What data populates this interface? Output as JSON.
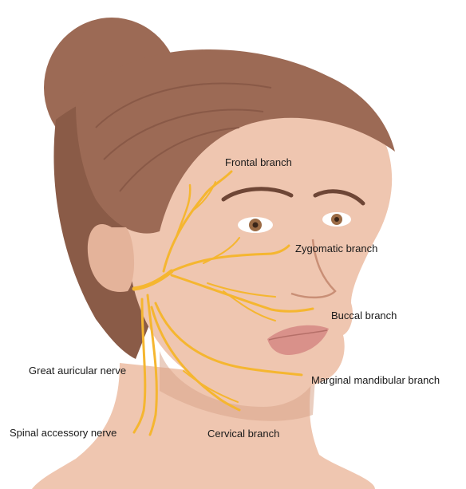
{
  "labels": {
    "frontal": "Frontal branch",
    "zygomatic": "Zygomatic branch",
    "buccal": "Buccal branch",
    "great_auricular": "Great auricular nerve",
    "marginal_mandibular": "Marginal mandibular branch",
    "spinal_accessory": "Spinal accessory nerve",
    "cervical": "Cervical branch"
  },
  "colors": {
    "background": "#ffffff",
    "skin": "#efc6b0",
    "skin_shadow": "#d9a68d",
    "hair": "#9c6a55",
    "hair_dark": "#7d4f3e",
    "nerve": "#f5b630",
    "lips": "#d9918a",
    "label_text": "#1a1a1a"
  }
}
